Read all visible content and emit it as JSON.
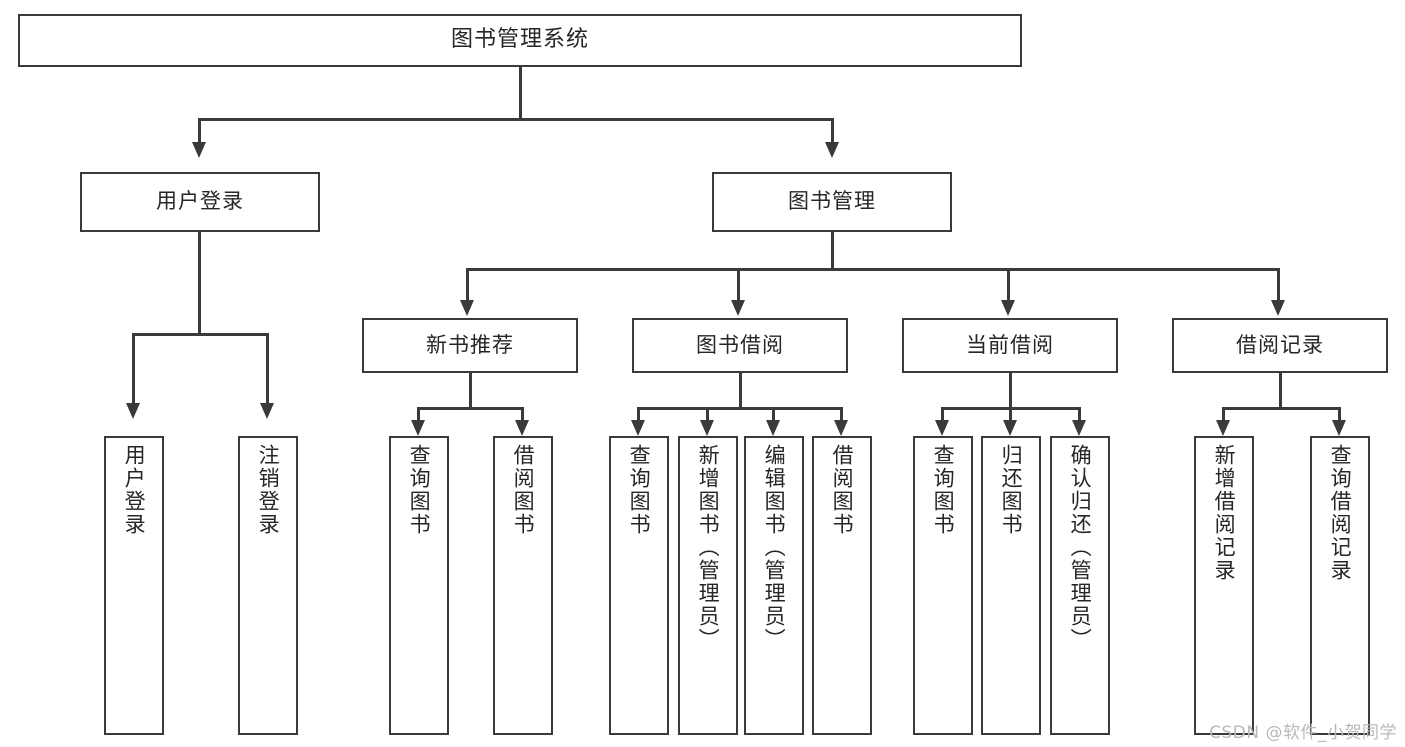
{
  "diagram": {
    "title": "图书管理系统",
    "type": "tree",
    "watermark": "CSDN @软件_小贺同学",
    "colors": {
      "box_border": "#3a3a3a",
      "box_fill": "#ffffff",
      "text": "#262626",
      "connector": "#3a3a3a",
      "watermark": "#b9b9b9",
      "background": "#ffffff"
    },
    "root": {
      "label": "图书管理系统"
    },
    "level2": [
      {
        "label": "用户登录"
      },
      {
        "label": "图书管理"
      }
    ],
    "level3": [
      {
        "label": "新书推荐"
      },
      {
        "label": "图书借阅"
      },
      {
        "label": "当前借阅"
      },
      {
        "label": "借阅记录"
      }
    ],
    "leaves": {
      "user_login": [
        {
          "label": "用户登录"
        },
        {
          "label": "注销登录"
        }
      ],
      "new_book": [
        {
          "label": "查询图书"
        },
        {
          "label": "借阅图书"
        }
      ],
      "book_borrow": [
        {
          "label": "查询图书"
        },
        {
          "label": "新增图书（管理员）"
        },
        {
          "label": "编辑图书（管理员）"
        },
        {
          "label": "借阅图书"
        }
      ],
      "current_borrow": [
        {
          "label": "查询图书"
        },
        {
          "label": "归还图书"
        },
        {
          "label": "确认归还（管理员）"
        }
      ],
      "borrow_record": [
        {
          "label": "新增借阅记录"
        },
        {
          "label": "查询借阅记录"
        }
      ]
    }
  }
}
